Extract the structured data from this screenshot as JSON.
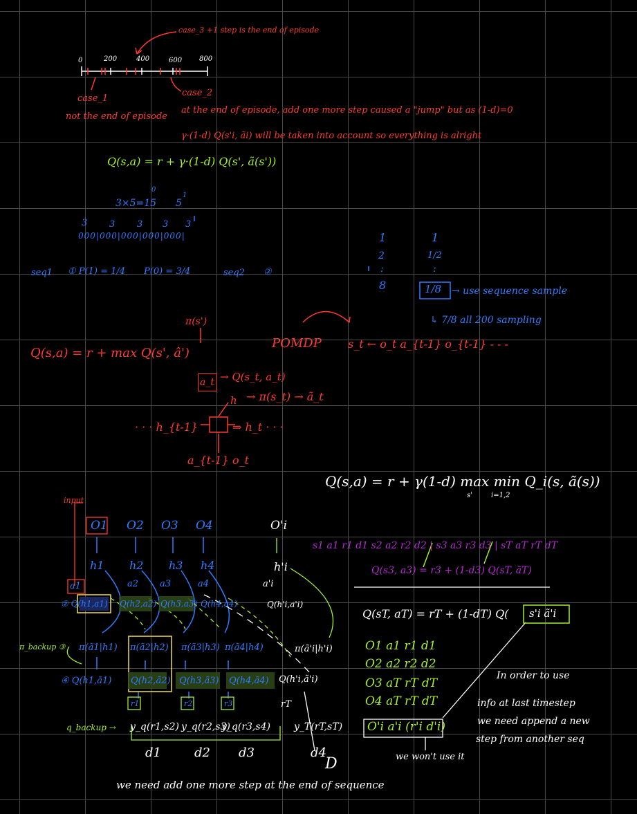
{
  "top_section": {
    "case3": "case_3 +1 step is the end of episode",
    "ticks": [
      "0",
      "200",
      "400",
      "600",
      "800"
    ],
    "case1": "case_1",
    "case1_note": "not the end of episode",
    "case2": "case_2",
    "case2_note": "at the end of episode, add one more step caused a \"jump\" but as (1-d)=0",
    "case2_note2": "γ·(1-d) Q(s'i, ãi) will be taken into account so everything is alright",
    "q_eq": "Q(s,a) = r + γ·(1-d) Q(s', ã(s'))"
  },
  "seq_section": {
    "calc": "3×5=15",
    "calc_sup": "0",
    "calc2": "5",
    "calc2_sup": "1",
    "threes": [
      "3",
      "3",
      "3",
      "3",
      "3"
    ],
    "blocks": "000|000|000|000|000|",
    "seq1": "seq1",
    "seq1_p1": "① P(1) = 1/4",
    "seq1_p0": "P(0) = 3/4",
    "seq2": "seq2",
    "seq2_mark": "②",
    "frac_col1": [
      "1",
      "2",
      ":",
      "8"
    ],
    "frac_col2": [
      "1",
      "1/2",
      ":"
    ],
    "frac_boxed": "1/8",
    "use_seq": "→ use sequence sample",
    "seventh": "↳ 7/8  all 200 sampling"
  },
  "pomdp_section": {
    "pi": "π(s')",
    "q_max": "Q(s,a) = r + max Q(s', â')",
    "pomdp": "POMDP",
    "seq": "s_t ← o_t a_{t-1} o_{t-1} - - -",
    "at": "a_t",
    "q_st": "→ Q(s_t, a_t)",
    "h": "h",
    "pi_st": "→ π(s_t) → ã_t",
    "dots_left": "· · ·  h_{t-1}",
    "ht": "⇒ h_t · · ·",
    "inputs": "a_{t-1}  o_t"
  },
  "eq_white": "Q(s,a) = r + γ(1-d) max min Q_i(s, ã(s))",
  "eq_white_sub1": "s'",
  "eq_white_sub2": "i=1,2",
  "network": {
    "input_label": "input",
    "obs": [
      "O1",
      "O2",
      "O3",
      "O4",
      "O'i"
    ],
    "hidden": [
      "h1",
      "h2",
      "h3",
      "h4",
      "h'i"
    ],
    "actions": [
      "a1",
      "a2",
      "a3",
      "a4",
      "a'i"
    ],
    "q_row": [
      "②  Q(h1,a1)",
      "Q(h2,a2)",
      "Q(h3,a3)",
      "Q(h4,a4)",
      "Q(h'i,a'i)"
    ],
    "pi_row": [
      "π(ã1|h1)",
      "π(ã2|h2)",
      "π(ã3|h3)",
      "π(ã4|h4)",
      "π(ã'i|h'i)"
    ],
    "pi_backup": "π_backup ③",
    "q2_row": [
      "④ Q(h1,ã1)",
      "Q(h2,ã2)",
      "Q(h3,ã3)",
      "Q(h4,ã4)",
      "Q(h'i,ã'i)"
    ],
    "r_row": [
      "r1",
      "r2",
      "r3",
      "rT"
    ],
    "q_backup": "q_backup →",
    "y_row": [
      "y_q(r1,s2)",
      "y_q(r2,s3)",
      "y_q(r3,s4)",
      "y_T(rT,sT)"
    ],
    "d_row": [
      "d1",
      "d2",
      "d3",
      "d4"
    ],
    "d_big": "D",
    "bottom_note": "we need add one more step at the end of sequence"
  },
  "right_section": {
    "seq_line": "s1 a1 r1 d1 s2 a2 r2 d2 | s3 a3 r3 d3 | sT aT rT dT",
    "q_line": "Q(s3, a3) = r3 + (1-d3) Q(sT, ãT)",
    "q_terminal": "Q(sT, aT) = rT + (1-dT) Q(",
    "q_terminal_box": "s'i  ã'i",
    "table": [
      "O1   a1 r1 d1",
      "O2   a2 r2 d2",
      "O3   aT rT dT",
      "O4   aT rT dT"
    ],
    "last_row": "O'i  a'i (r'i d'i)",
    "wont_use": "we won't use it",
    "note": [
      "In order to use",
      "info at last timestep",
      "we need append a new",
      "step from another seq"
    ]
  }
}
